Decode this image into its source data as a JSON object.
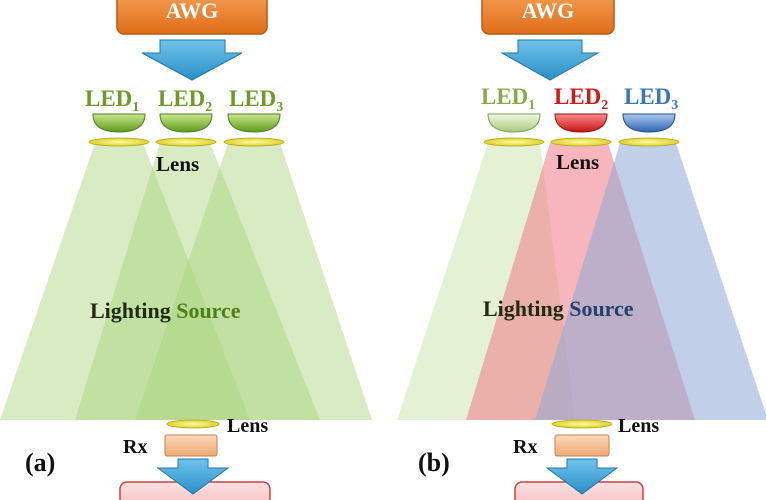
{
  "panels": [
    {
      "id": "a",
      "tag": "(a)",
      "awg": "AWG",
      "leds": [
        {
          "base": "LED",
          "sub": "1",
          "color": "#6f9a2a"
        },
        {
          "base": "LED",
          "sub": "2",
          "color": "#6f9a2a"
        },
        {
          "base": "LED",
          "sub": "3",
          "color": "#6f9a2a"
        }
      ],
      "lens_top": "Lens",
      "lighting_source": [
        "Lighting",
        " Source"
      ],
      "lens_bottom": "Lens",
      "rx": "Rx"
    },
    {
      "id": "b",
      "tag": "(b)",
      "awg": "AWG",
      "leds": [
        {
          "base": "LED",
          "sub": "1",
          "color": "#6f9a2a"
        },
        {
          "base": "LED",
          "sub": "2",
          "color": "#d01a1a"
        },
        {
          "base": "LED",
          "sub": "3",
          "color": "#3b78b8"
        }
      ],
      "lens_top": "Lens",
      "lighting_source": [
        "Lighting",
        " Source"
      ],
      "lens_bottom": "Lens",
      "rx": "Rx"
    }
  ],
  "colors": {
    "awg_box": "#f08a30",
    "arrow": "#3aa7d8",
    "lens": "#f2e840",
    "rx_box": "#f6c49a",
    "beam_green": "#a9d27a",
    "beam_red": "#f07a86",
    "beam_blue": "#8eaad6",
    "beam_pale": "#cfe6b2"
  }
}
